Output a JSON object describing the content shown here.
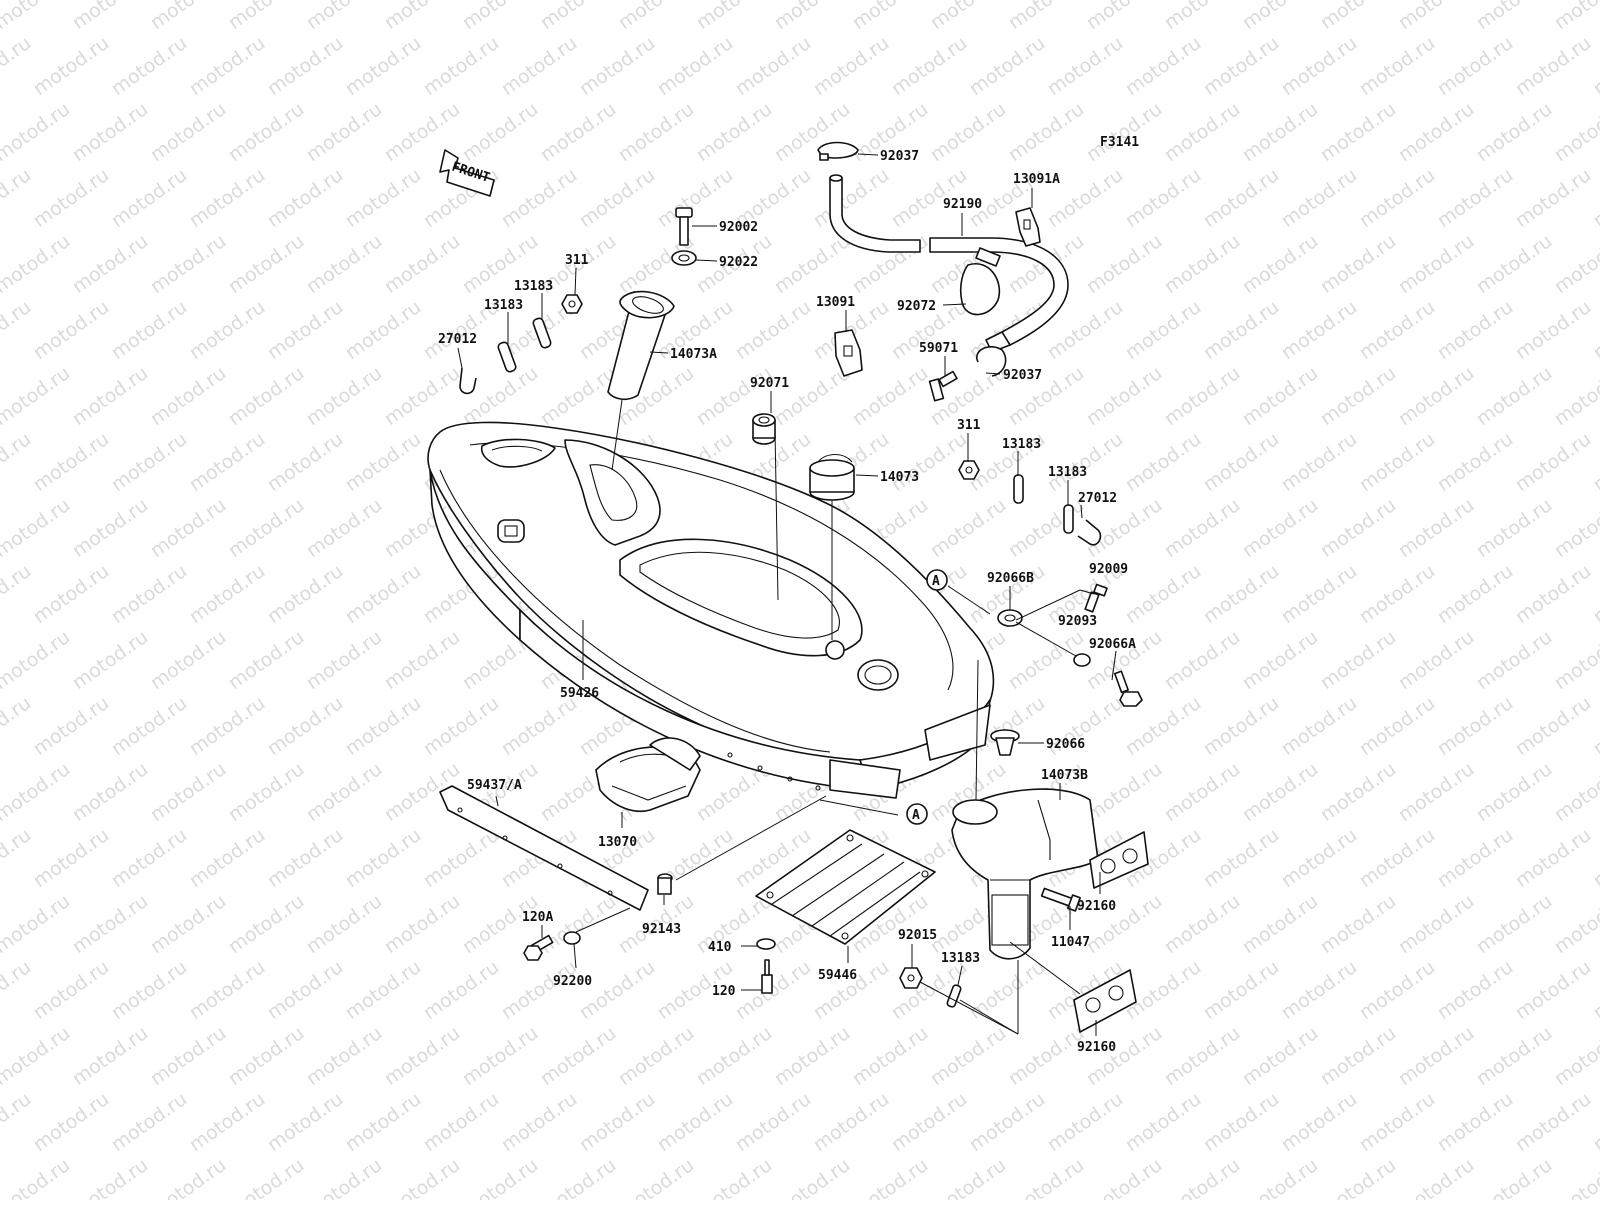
{
  "diagram": {
    "figure_code": "F3141",
    "front_arrow_label": "FRONT",
    "watermark": "motod.ru",
    "reference_marker": "A",
    "labels": [
      {
        "id": "92037-top",
        "text": "92037"
      },
      {
        "id": "92190",
        "text": "92190"
      },
      {
        "id": "13091A",
        "text": "13091A"
      },
      {
        "id": "92002",
        "text": "92002"
      },
      {
        "id": "92022",
        "text": "92022"
      },
      {
        "id": "311-left",
        "text": "311"
      },
      {
        "id": "13183-l1",
        "text": "13183"
      },
      {
        "id": "13183-l2",
        "text": "13183"
      },
      {
        "id": "27012-left",
        "text": "27012"
      },
      {
        "id": "14073A",
        "text": "14073A"
      },
      {
        "id": "13091",
        "text": "13091"
      },
      {
        "id": "92072",
        "text": "92072"
      },
      {
        "id": "59071",
        "text": "59071"
      },
      {
        "id": "92037-bottom",
        "text": "92037"
      },
      {
        "id": "92071",
        "text": "92071"
      },
      {
        "id": "14073",
        "text": "14073"
      },
      {
        "id": "311-right",
        "text": "311"
      },
      {
        "id": "13183-r1",
        "text": "13183"
      },
      {
        "id": "13183-r2",
        "text": "13183"
      },
      {
        "id": "27012-right",
        "text": "27012"
      },
      {
        "id": "92066B",
        "text": "92066B"
      },
      {
        "id": "92009",
        "text": "92009"
      },
      {
        "id": "92093",
        "text": "92093"
      },
      {
        "id": "92066A",
        "text": "92066A"
      },
      {
        "id": "59426",
        "text": "59426"
      },
      {
        "id": "92066",
        "text": "92066"
      },
      {
        "id": "14073B",
        "text": "14073B"
      },
      {
        "id": "59437-A",
        "text": "59437/A"
      },
      {
        "id": "13070",
        "text": "13070"
      },
      {
        "id": "92160-top",
        "text": "92160"
      },
      {
        "id": "11047",
        "text": "11047"
      },
      {
        "id": "120A",
        "text": "120A"
      },
      {
        "id": "92143",
        "text": "92143"
      },
      {
        "id": "410",
        "text": "410"
      },
      {
        "id": "59446",
        "text": "59446"
      },
      {
        "id": "92015",
        "text": "92015"
      },
      {
        "id": "13183-bottom",
        "text": "13183"
      },
      {
        "id": "92200",
        "text": "92200"
      },
      {
        "id": "120",
        "text": "120"
      },
      {
        "id": "92160-bottom",
        "text": "92160"
      }
    ]
  }
}
